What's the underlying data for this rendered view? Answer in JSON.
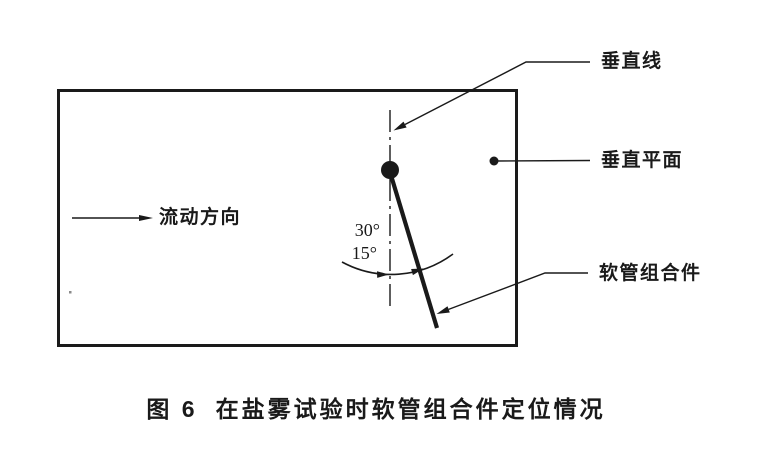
{
  "figure": {
    "background": "#ffffff",
    "ink_color": "#1a1a1a",
    "caption": {
      "prefix": "图 6",
      "title": "在盐雾试验时软管组合件定位情况"
    },
    "labels": {
      "flow_direction": "流动方向",
      "vertical_line": "垂直线",
      "vertical_plane": "垂直平面",
      "hose_assembly": "软管组合件",
      "angle_outer": "30°",
      "angle_inner": "15°"
    }
  }
}
